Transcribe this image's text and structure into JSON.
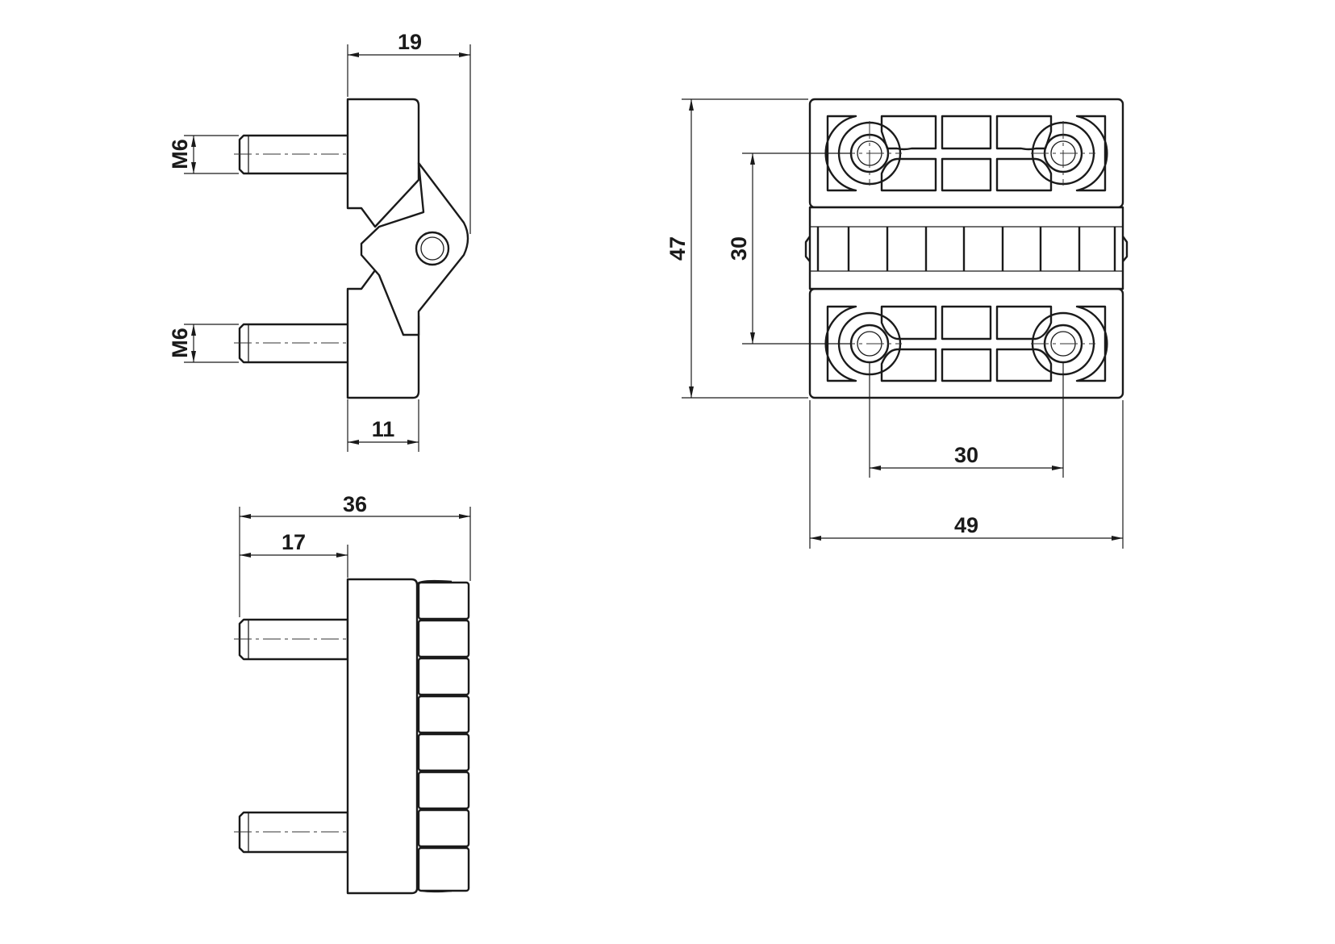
{
  "drawing": {
    "type": "technical-drawing",
    "views": [
      "side-view",
      "bottom-view",
      "front-view"
    ]
  },
  "dimensions": {
    "side_width": "19",
    "side_base": "11",
    "thread_top": "M6",
    "thread_bottom": "M6",
    "bottom_total": "36",
    "bottom_stud": "17",
    "front_height": "47",
    "front_hole_vertical": "30",
    "front_hole_horizontal": "30",
    "front_width": "49"
  },
  "colors": {
    "line": "#1a1a1a",
    "background": "#ffffff"
  }
}
